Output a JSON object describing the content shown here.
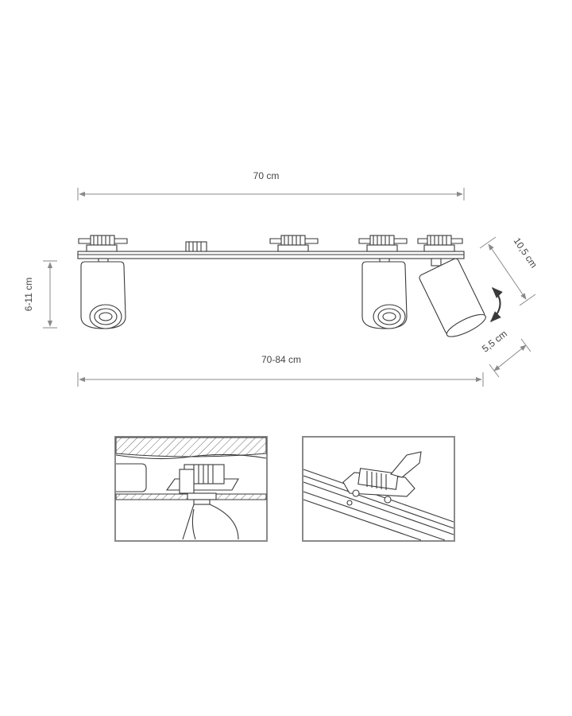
{
  "dimensions": {
    "top_width": "70 cm",
    "bottom_width": "70-84 cm",
    "height": "6-11 cm",
    "spot_length": "10,5 cm",
    "spot_diameter": "5,5 cm"
  },
  "colors": {
    "line": "#3a3a3a",
    "dimension": "#8a8a8a",
    "frame": "#8a8a8a",
    "background": "#ffffff"
  },
  "icons": {
    "rotation": "curved-double-arrow-icon"
  }
}
